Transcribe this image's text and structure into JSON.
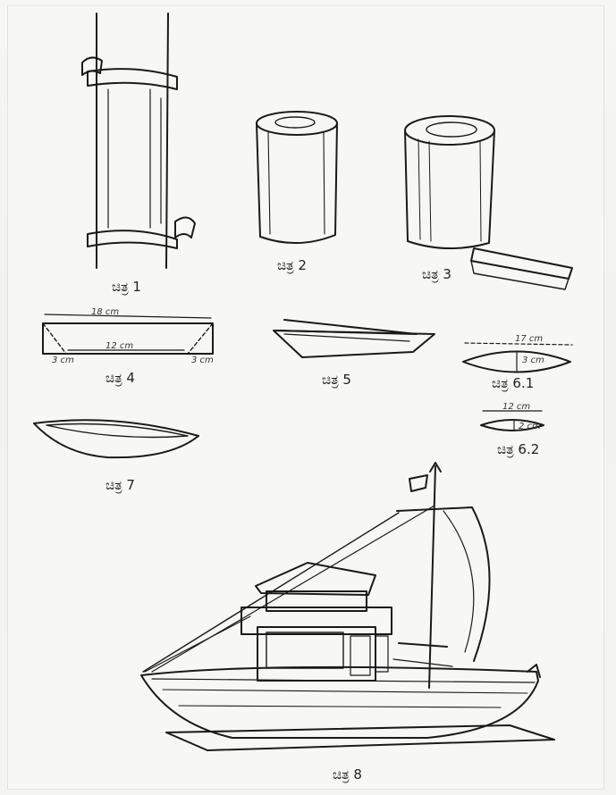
{
  "figures": {
    "fig1": {
      "caption": "ಚಿತ್ರ 1"
    },
    "fig2": {
      "caption": "ಚಿತ್ರ 2"
    },
    "fig3": {
      "caption": "ಚಿತ್ರ 3"
    },
    "fig4": {
      "caption": "ಚಿತ್ರ 4",
      "dims": {
        "length": "18 cm",
        "inner": "12 cm",
        "left": "3 cm",
        "right": "3 cm"
      }
    },
    "fig5": {
      "caption": "ಚಿತ್ರ 5"
    },
    "fig61": {
      "caption": "ಚಿತ್ರ 6.1",
      "dims": {
        "length": "17 cm",
        "height": "3 cm"
      }
    },
    "fig62": {
      "caption": "ಚಿತ್ರ 6.2",
      "dims": {
        "length": "12 cm",
        "height": "2 cm"
      }
    },
    "fig7": {
      "caption": "ಚಿತ್ರ 7"
    },
    "fig8": {
      "caption": "ಚಿತ್ರ 8"
    }
  }
}
